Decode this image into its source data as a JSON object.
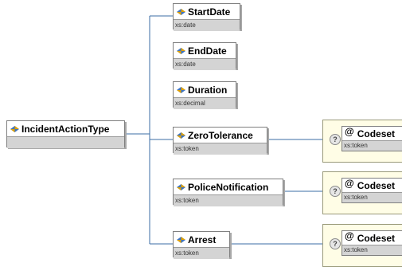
{
  "root": {
    "name": "IncidentActionType",
    "icon": "element-icon"
  },
  "children": [
    {
      "name": "StartDate",
      "type": "xs:date",
      "icon": "element-icon"
    },
    {
      "name": "EndDate",
      "type": "xs:date",
      "icon": "element-icon"
    },
    {
      "name": "Duration",
      "type": "xs:decimal",
      "icon": "element-icon"
    },
    {
      "name": "ZeroTolerance",
      "type": "xs:token",
      "icon": "element-icon",
      "attribute": {
        "name": "Codeset",
        "type": "xs:token",
        "optional_badge": "?"
      }
    },
    {
      "name": "PoliceNotification",
      "type": "xs:token",
      "icon": "element-icon",
      "attribute": {
        "name": "Codeset",
        "type": "xs:token",
        "optional_badge": "?"
      }
    },
    {
      "name": "Arrest",
      "type": "xs:token",
      "icon": "element-icon",
      "attribute": {
        "name": "Codeset",
        "type": "xs:token",
        "optional_badge": "?"
      }
    }
  ],
  "colors": {
    "connector": "#3b6ea5",
    "type_bar": "#d4d4d4",
    "attribute_group_bg": "#fffde6",
    "icon_blue": "#3d74c2",
    "icon_gold": "#e0a000"
  }
}
